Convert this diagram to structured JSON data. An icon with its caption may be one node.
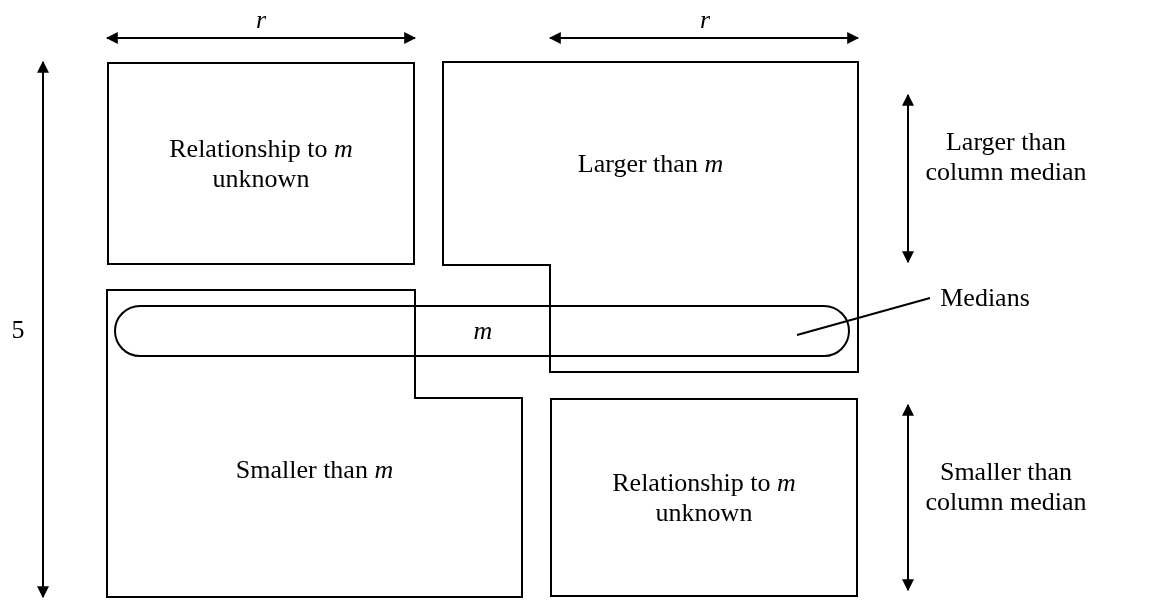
{
  "diagram": {
    "nodes": [
      {
        "text": [
          "Relationship to *m* unknown"
        ]
      },
      {
        "text": [
          "Larger than *m*"
        ]
      },
      {
        "text": [
          "m"
        ]
      },
      {
        "text": [
          "Smaller than *m*"
        ]
      },
      {
        "text": [
          "Relationship to *m* unknown"
        ]
      },
      {
        "text": [
          "Medians"
        ]
      }
    ],
    "edges": [
      {
        "from": 5,
        "to": 2,
        "arrow": "none"
      }
    ],
    "labels": [
      "r",
      "r",
      "5",
      "Larger than column median",
      "Smaller than column median"
    ]
  }
}
